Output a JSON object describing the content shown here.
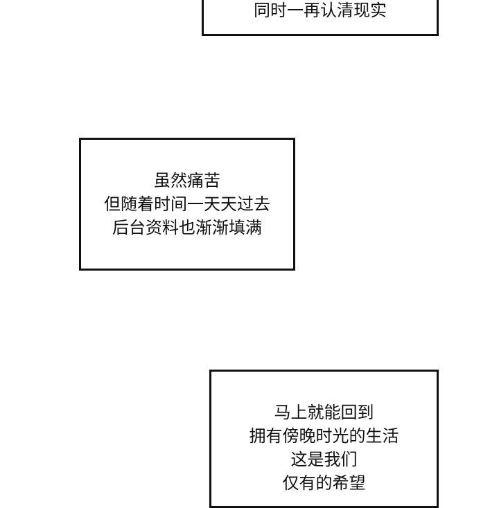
{
  "captions": [
    {
      "lines": [
        "同时一再认清现实"
      ]
    },
    {
      "lines": [
        "虽然痛苦",
        "但随着时间一天天过去",
        "后台资料也渐渐填满"
      ]
    },
    {
      "lines": [
        "马上就能回到",
        "拥有傍晚时光的生活",
        "这是我们",
        "仅有的希望"
      ]
    }
  ]
}
